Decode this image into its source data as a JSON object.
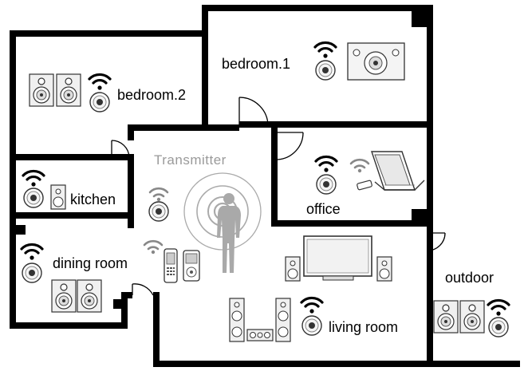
{
  "transmitter": {
    "label": "Transmitter"
  },
  "rooms": [
    {
      "id": "bedroom1",
      "label": "bedroom.1"
    },
    {
      "id": "bedroom2",
      "label": "bedroom.2"
    },
    {
      "id": "kitchen",
      "label": "kitchen"
    },
    {
      "id": "office",
      "label": "office"
    },
    {
      "id": "dining",
      "label": "dining room"
    },
    {
      "id": "living",
      "label": "living room"
    },
    {
      "id": "outdoor",
      "label": "outdoor"
    }
  ],
  "colors": {
    "wall": "#000000",
    "transmitter": "#9a9a9a",
    "device": "#555555"
  },
  "icons": [
    "wifi-icon",
    "receiver-icon",
    "speaker-icon",
    "laptop-icon",
    "tv-icon",
    "person-icon",
    "phone-icon",
    "mp3-player-icon",
    "usb-dongle-icon"
  ]
}
